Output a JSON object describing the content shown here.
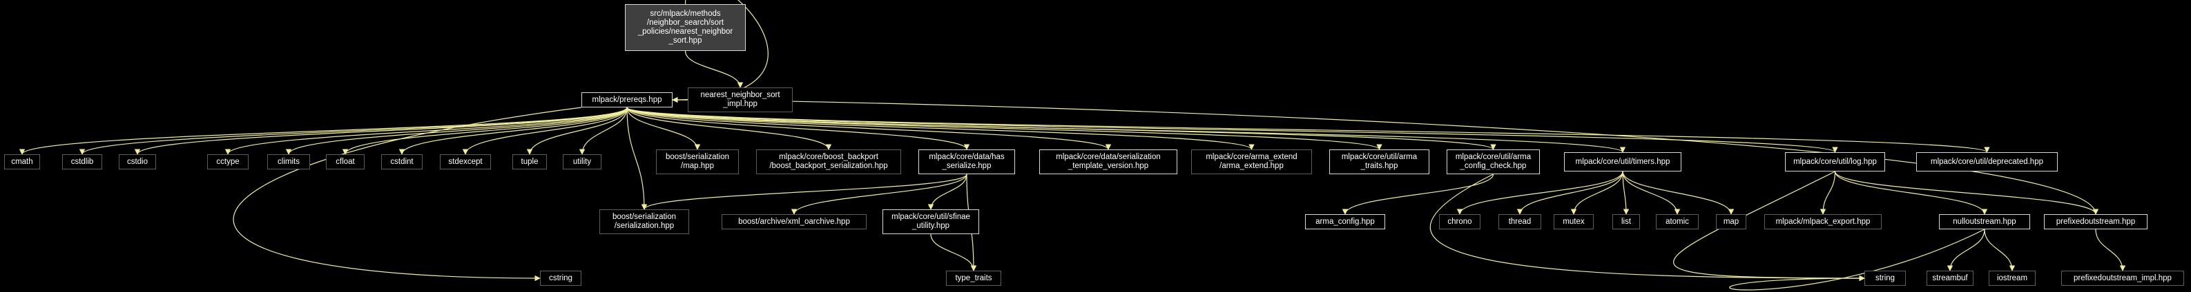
{
  "colors": {
    "background": "#000000",
    "edge": "#f2ee9e",
    "node_text": "#ffffff",
    "node_border": "#5c5c5c",
    "root_fill": "#3f3f3f"
  },
  "nodes": {
    "root": "src/mlpack/methods\n/neighbor_search/sort\n_policies/nearest_neighbor\n_sort.hpp",
    "prereqs": "mlpack/prereqs.hpp",
    "impl": "nearest_neighbor_sort\n_impl.hpp",
    "cmath": "cmath",
    "cstdlib": "cstdlib",
    "cstdio": "cstdio",
    "cctype": "cctype",
    "climits": "climits",
    "cfloat": "cfloat",
    "cstdint": "cstdint",
    "stdexcept": "stdexcept",
    "tuple": "tuple",
    "utility": "utility",
    "map_hpp": "boost/serialization\n/map.hpp",
    "backport": "mlpack/core/boost_backport\n/boost_backport_serialization.hpp",
    "has_serialize": "mlpack/core/data/has\n_serialize.hpp",
    "template_version": "mlpack/core/data/serialization\n_template_version.hpp",
    "arma_extend": "mlpack/core/arma_extend\n/arma_extend.hpp",
    "arma_traits": "mlpack/core/util/arma\n_traits.hpp",
    "arma_config_check": "mlpack/core/util/arma\n_config_check.hpp",
    "timers": "mlpack/core/util/timers.hpp",
    "log": "mlpack/core/util/log.hpp",
    "deprecated": "mlpack/core/util/deprecated.hpp",
    "serialization": "boost/serialization\n/serialization.hpp",
    "xml_oarchive": "boost/archive/xml_oarchive.hpp",
    "sfinae": "mlpack/core/util/sfinae\n_utility.hpp",
    "arma_config": "arma_config.hpp",
    "chrono": "chrono",
    "thread": "thread",
    "mutex": "mutex",
    "list": "list",
    "atomic": "atomic",
    "map": "map",
    "export": "mlpack/mlpack_export.hpp",
    "nulloutstream": "nulloutstream.hpp",
    "prefixedoutstream": "prefixedoutstream.hpp",
    "cstring": "cstring",
    "type_traits": "type_traits",
    "string": "string",
    "streambuf": "streambuf",
    "iostream": "iostream",
    "prefixed_impl": "prefixedoutstream_impl.hpp"
  }
}
